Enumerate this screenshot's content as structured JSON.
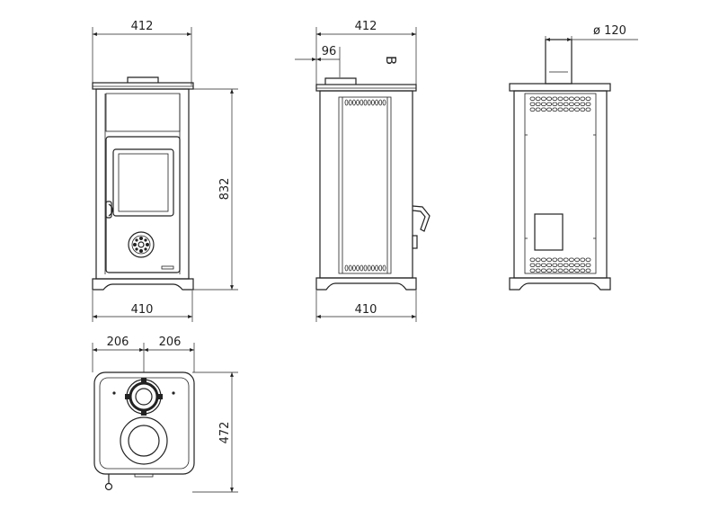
{
  "dimensions": {
    "front_top_width": "412",
    "front_bottom_width": "410",
    "front_height": "832",
    "side_top_width": "412",
    "side_offset": "96",
    "side_bottom_width": "410",
    "view_letter": "B",
    "rear_flue_diameter": "ø 120",
    "top_half_left": "206",
    "top_half_right": "206",
    "top_depth": "472"
  }
}
